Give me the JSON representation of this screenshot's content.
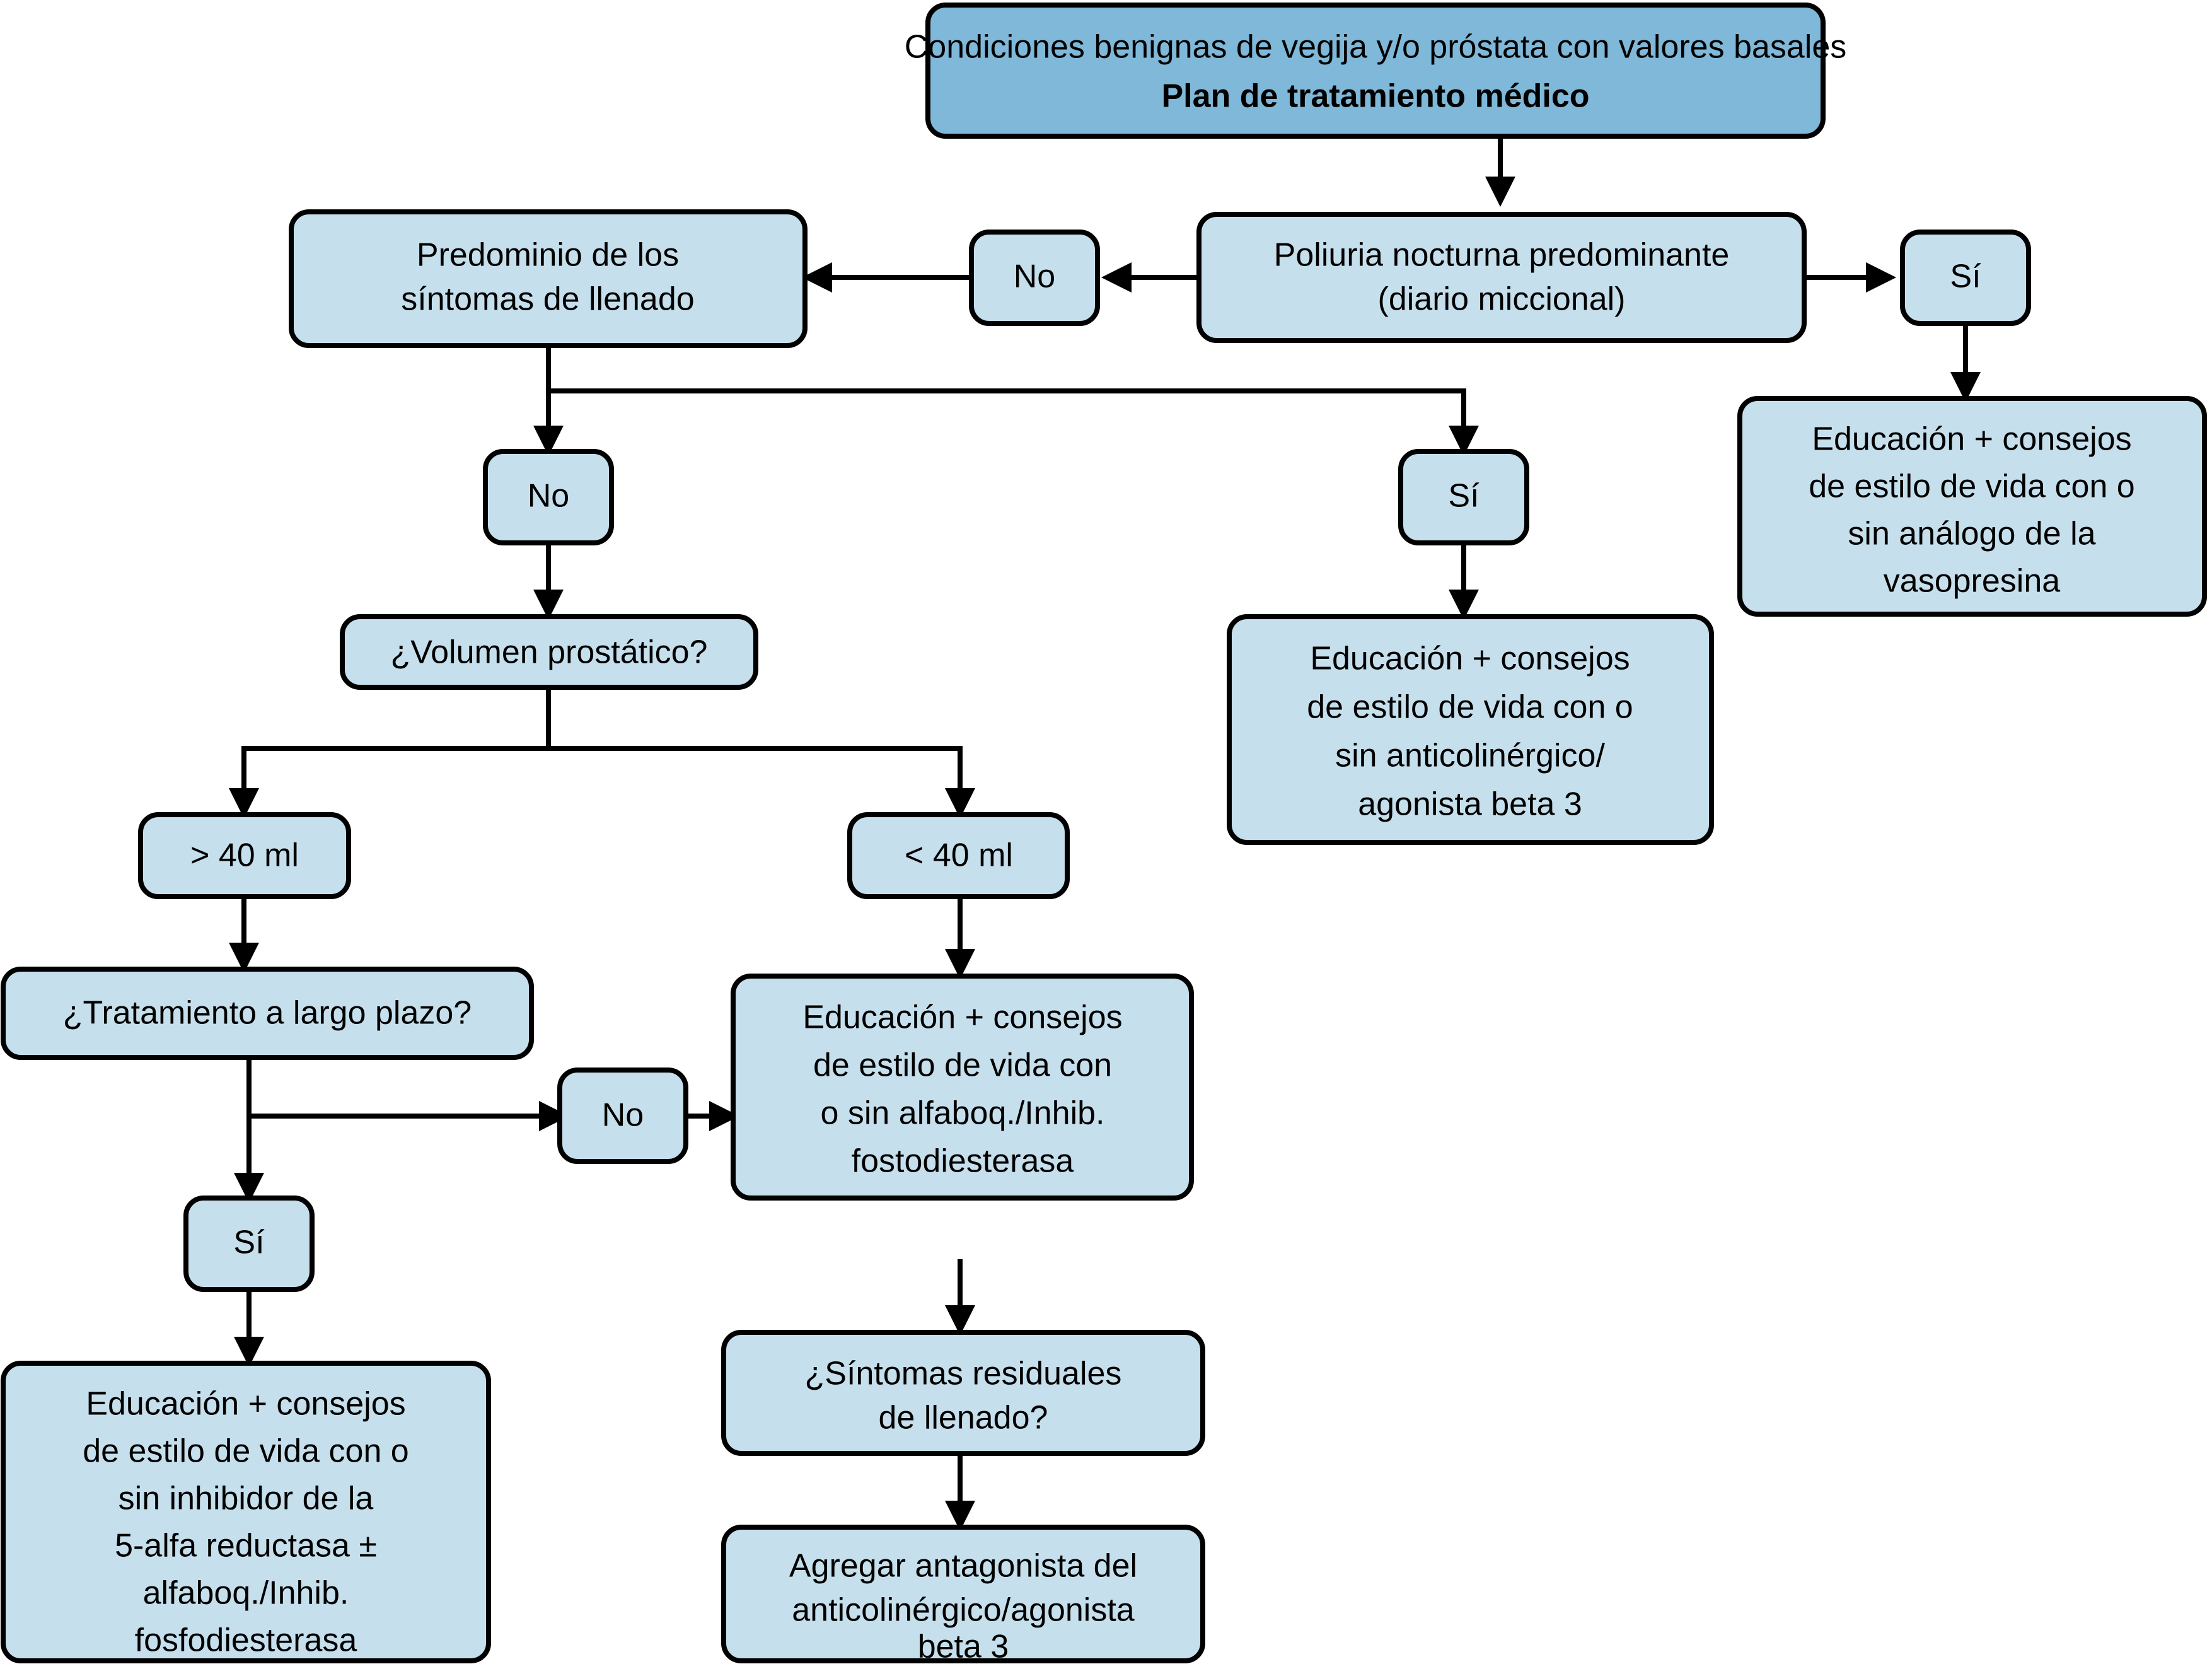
{
  "diagram": {
    "title": "Plan de tratamiento medico - algoritmo",
    "colors": {
      "header_fill": "#7fb8d8",
      "node_fill": "#c6dfec",
      "stroke": "#000000",
      "background": "#ffffff"
    },
    "nodes": {
      "header": {
        "line1": "Condiciones benignas de vegija y/o próstata con valores basales",
        "line2": "Plan de tratamiento médico"
      },
      "poliuria": {
        "line1": "Poliuria nocturna predominante",
        "line2": "(diario miccional)"
      },
      "no_poliuria": {
        "label": "No"
      },
      "si_poliuria": {
        "label": "Sí"
      },
      "predominio": {
        "line1": "Predominio de los",
        "line2": "síntomas de llenado"
      },
      "vasopresina": {
        "line1": "Educación + consejos",
        "line2": "de estilo de vida con o",
        "line3": "sin análogo de la",
        "line4": "vasopresina"
      },
      "no_predominio": {
        "label": "No"
      },
      "si_predominio": {
        "label": "Sí"
      },
      "anticolinergico": {
        "line1": "Educación + consejos",
        "line2": "de estilo de vida con o",
        "line3": "sin anticolinérgico/",
        "line4": "agonista beta 3"
      },
      "volumen": {
        "label": "¿Volumen prostático?"
      },
      "mayor40": {
        "label": "> 40 ml"
      },
      "menor40": {
        "label": "< 40 ml"
      },
      "largo_plazo": {
        "label": "¿Tratamiento a largo plazo?"
      },
      "no_largo": {
        "label": "No"
      },
      "si_largo": {
        "label": "Sí"
      },
      "alfaboq": {
        "line1": "Educación + consejos",
        "line2": "de estilo de vida con",
        "line3": "o sin alfaboq./Inhib.",
        "line4": "fostodiesterasa"
      },
      "reductasa": {
        "line1": "Educación + consejos",
        "line2": "de estilo de vida con o",
        "line3": "sin inhibidor de la",
        "line4": "5-alfa reductasa ±",
        "line5": "alfaboq./Inhib.",
        "line6": "fosfodiesterasa"
      },
      "residuales": {
        "line1": "¿Síntomas residuales",
        "line2": "de llenado?"
      },
      "agregar": {
        "line1": "Agregar antagonista del",
        "line2": "anticolinérgico/agonista",
        "line3": "beta 3"
      }
    }
  }
}
